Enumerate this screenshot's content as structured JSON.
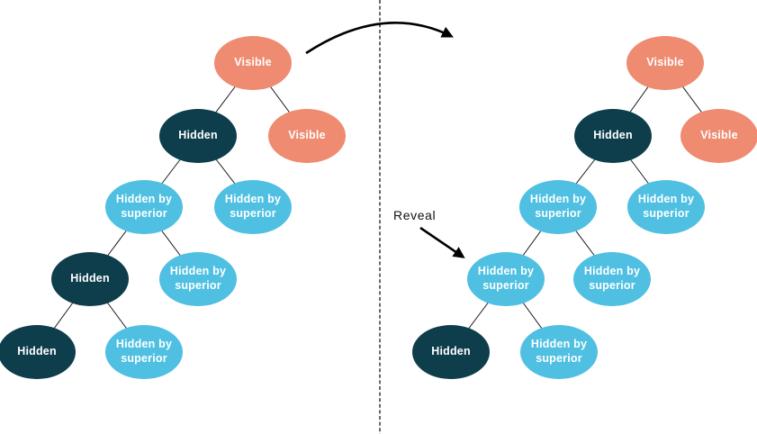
{
  "diagram_title_visible_text": null,
  "colors": {
    "visible_node": "#EE8B71",
    "hidden_node": "#0E3D4C",
    "hidden_by_superior_node": "#4FC0E2",
    "node_text": "#FFFFFF",
    "line": "#1A1A1A",
    "background": "#FFFFFF"
  },
  "reveal_annotation": {
    "label": "Reveal"
  },
  "trees": {
    "before": {
      "nodes": [
        {
          "label": "Visible",
          "state": "visible"
        },
        {
          "label": "Hidden",
          "state": "hidden"
        },
        {
          "label": "Visible",
          "state": "visible"
        },
        {
          "label": "Hidden by superior",
          "state": "hidden_by_superior"
        },
        {
          "label": "Hidden by superior",
          "state": "hidden_by_superior"
        },
        {
          "label": "Hidden",
          "state": "hidden"
        },
        {
          "label": "Hidden by superior",
          "state": "hidden_by_superior"
        },
        {
          "label": "Hidden",
          "state": "hidden"
        },
        {
          "label": "Hidden by superior",
          "state": "hidden_by_superior"
        }
      ],
      "edges": [
        [
          0,
          1
        ],
        [
          0,
          2
        ],
        [
          1,
          3
        ],
        [
          1,
          4
        ],
        [
          3,
          5
        ],
        [
          3,
          6
        ],
        [
          5,
          7
        ],
        [
          5,
          8
        ]
      ]
    },
    "after": {
      "nodes": [
        {
          "label": "Visible",
          "state": "visible"
        },
        {
          "label": "Hidden",
          "state": "hidden"
        },
        {
          "label": "Visible",
          "state": "visible"
        },
        {
          "label": "Hidden by superior",
          "state": "hidden_by_superior"
        },
        {
          "label": "Hidden by superior",
          "state": "hidden_by_superior"
        },
        {
          "label": "Hidden by superior",
          "state": "hidden_by_superior"
        },
        {
          "label": "Hidden by superior",
          "state": "hidden_by_superior"
        },
        {
          "label": "Hidden",
          "state": "hidden"
        },
        {
          "label": "Hidden by superior",
          "state": "hidden_by_superior"
        }
      ],
      "edges": [
        [
          0,
          1
        ],
        [
          0,
          2
        ],
        [
          1,
          3
        ],
        [
          1,
          4
        ],
        [
          3,
          5
        ],
        [
          3,
          6
        ],
        [
          5,
          7
        ],
        [
          5,
          8
        ]
      ]
    }
  }
}
